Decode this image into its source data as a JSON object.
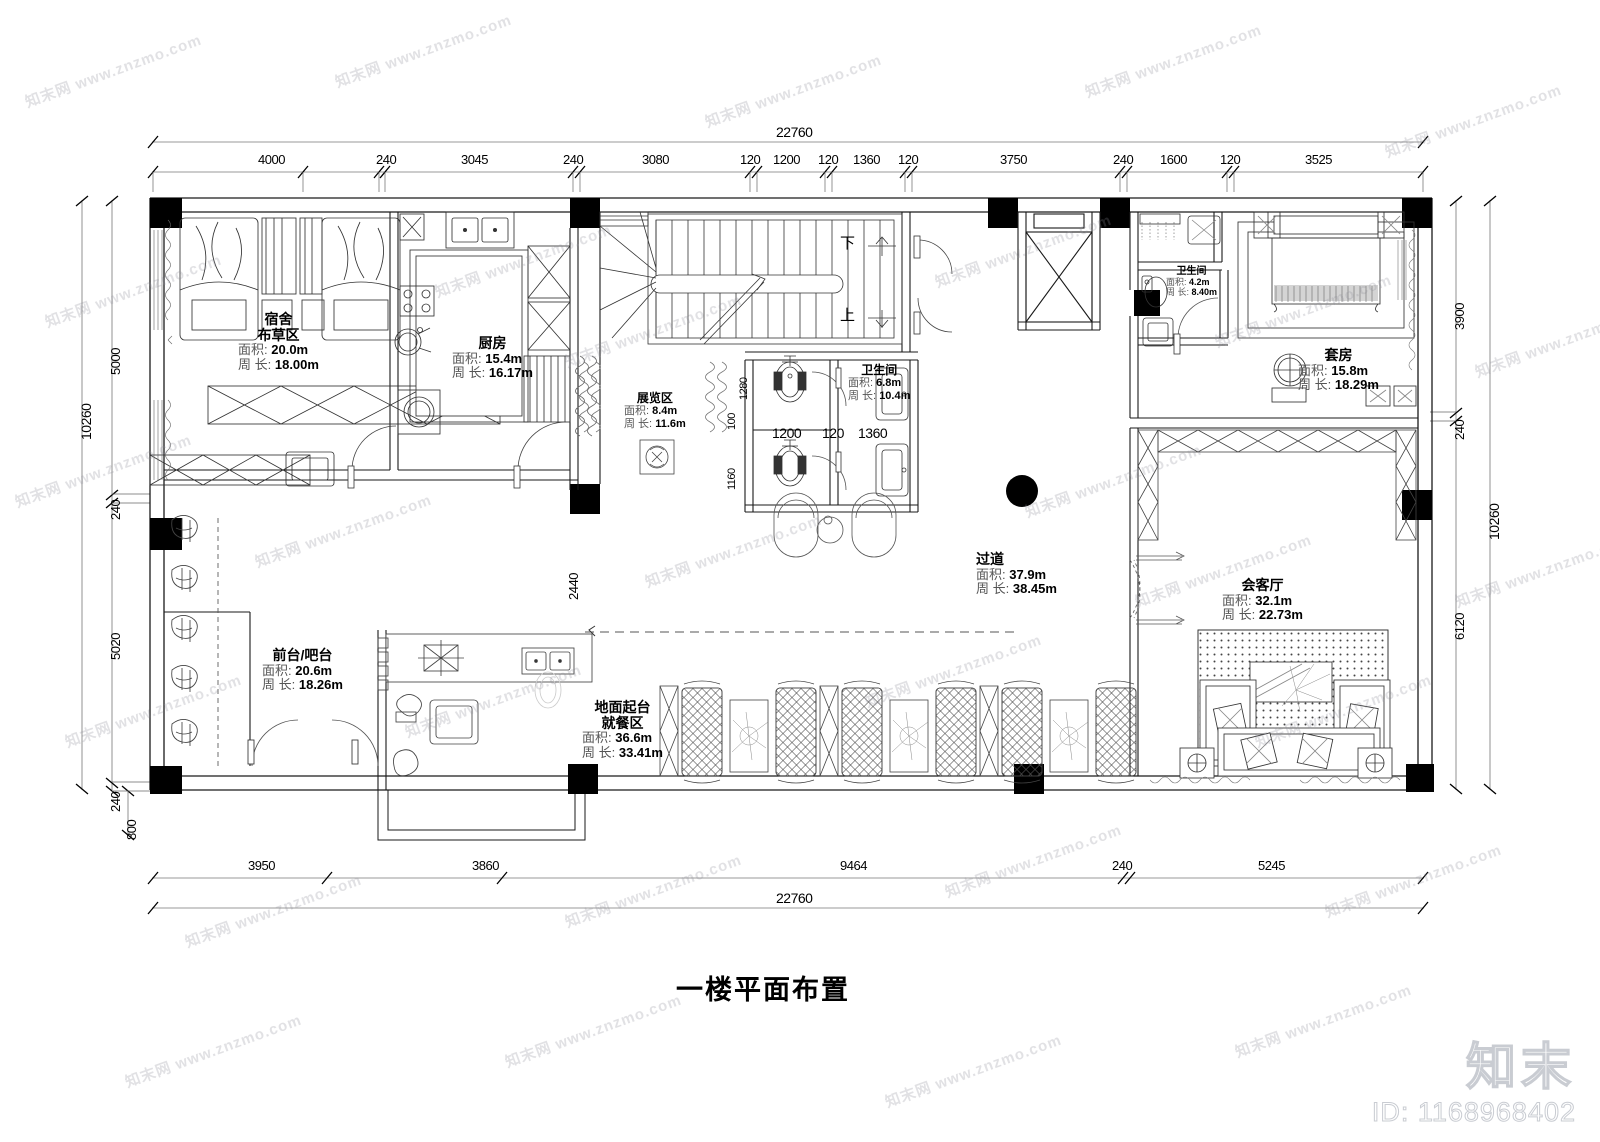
{
  "drawing": {
    "title": "一楼平面布置",
    "overall_width": "22760",
    "overall_height": "10260"
  },
  "dimensions": {
    "top_total": "22760",
    "top_chain": [
      "4000",
      "240",
      "3045",
      "240",
      "3080",
      "120",
      "1200",
      "120",
      "1360",
      "120",
      "3750",
      "240",
      "1600",
      "120",
      "3525"
    ],
    "bottom_total": "22760",
    "bottom_chain": [
      "3950",
      "3860",
      "9464",
      "240",
      "5245"
    ],
    "left_total": "10260",
    "left_chain": [
      "5000",
      "240",
      "5020",
      "240"
    ],
    "left_extra": "800",
    "right_total": "10260",
    "right_chain": [
      "3900",
      "240",
      "6120"
    ],
    "interior": [
      "2440",
      "1280",
      "100",
      "1160",
      "1200",
      "120",
      "1360"
    ]
  },
  "stair": {
    "down_label": "下",
    "up_label": "上"
  },
  "rooms": [
    {
      "id": "dormitory",
      "name": "宿舍\n布草区",
      "name1": "宿舍",
      "name2": "布草区",
      "area_key": "面积:",
      "area": "20.0m",
      "perim_key": "周 长:",
      "perim": "18.00m"
    },
    {
      "id": "kitchen",
      "name1": "厨房",
      "name2": "",
      "area_key": "面积:",
      "area": "15.4m",
      "perim_key": "周 长:",
      "perim": "16.17m"
    },
    {
      "id": "exhibition",
      "name1": "展览区",
      "name2": "",
      "area_key": "面积:",
      "area": "8.4m",
      "perim_key": "周 长:",
      "perim": "11.6m"
    },
    {
      "id": "wc-public",
      "name1": "卫生间",
      "name2": "",
      "area_key": "面积:",
      "area": "6.8m",
      "perim_key": "周 长:",
      "perim": "10.4m"
    },
    {
      "id": "wc-suite",
      "name1": "卫生间",
      "name2": "",
      "area_key": "面积:",
      "area": "4.2m",
      "perim_key": "周 长:",
      "perim": "8.40m"
    },
    {
      "id": "suite",
      "name1": "套房",
      "name2": "",
      "area_key": "面积:",
      "area": "15.8m",
      "perim_key": "周 长:",
      "perim": "18.29m"
    },
    {
      "id": "corridor",
      "name1": "过道",
      "name2": "",
      "area_key": "面积:",
      "area": "37.9m",
      "perim_key": "周 长:",
      "perim": "38.45m"
    },
    {
      "id": "lounge",
      "name1": "会客厅",
      "name2": "",
      "area_key": "面积:",
      "area": "32.1m",
      "perim_key": "周 长:",
      "perim": "22.73m"
    },
    {
      "id": "reception",
      "name1": "前台/吧台",
      "name2": "",
      "area_key": "面积:",
      "area": "20.6m",
      "perim_key": "周 长:",
      "perim": "18.26m"
    },
    {
      "id": "dining",
      "name1": "地面起台",
      "name2": "就餐区",
      "area_key": "面积:",
      "area": "36.6m",
      "perim_key": "周 长:",
      "perim": "33.41m"
    }
  ],
  "watermark": {
    "text": "知末网 www.znzmo.com",
    "brand": "知末",
    "id": "ID: 1168968402"
  },
  "colors": {
    "line": "#1a1a1a",
    "thin": "#5a5a5a",
    "column": "#000000",
    "paper": "#ffffff"
  }
}
